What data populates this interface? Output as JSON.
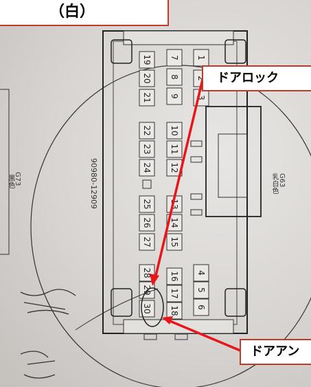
{
  "labels": {
    "title": "（白）",
    "door_lock": "ドアロック",
    "door_antenna": "ドアアン"
  },
  "connector": {
    "part_number": "90980-12909",
    "left_code": "G73",
    "left_color": "黒色",
    "right_code": "G63",
    "right_color": "乳白色",
    "pins": [
      "1",
      "2",
      "3",
      "4",
      "5",
      "6",
      "7",
      "8",
      "9",
      "10",
      "11",
      "12",
      "13",
      "14",
      "15",
      "16",
      "17",
      "18",
      "19",
      "20",
      "21",
      "22",
      "23",
      "24",
      "25",
      "26",
      "27",
      "28",
      "29",
      "30"
    ]
  },
  "colors": {
    "arrow": "#e8151b",
    "label_border": "#c0392b"
  }
}
